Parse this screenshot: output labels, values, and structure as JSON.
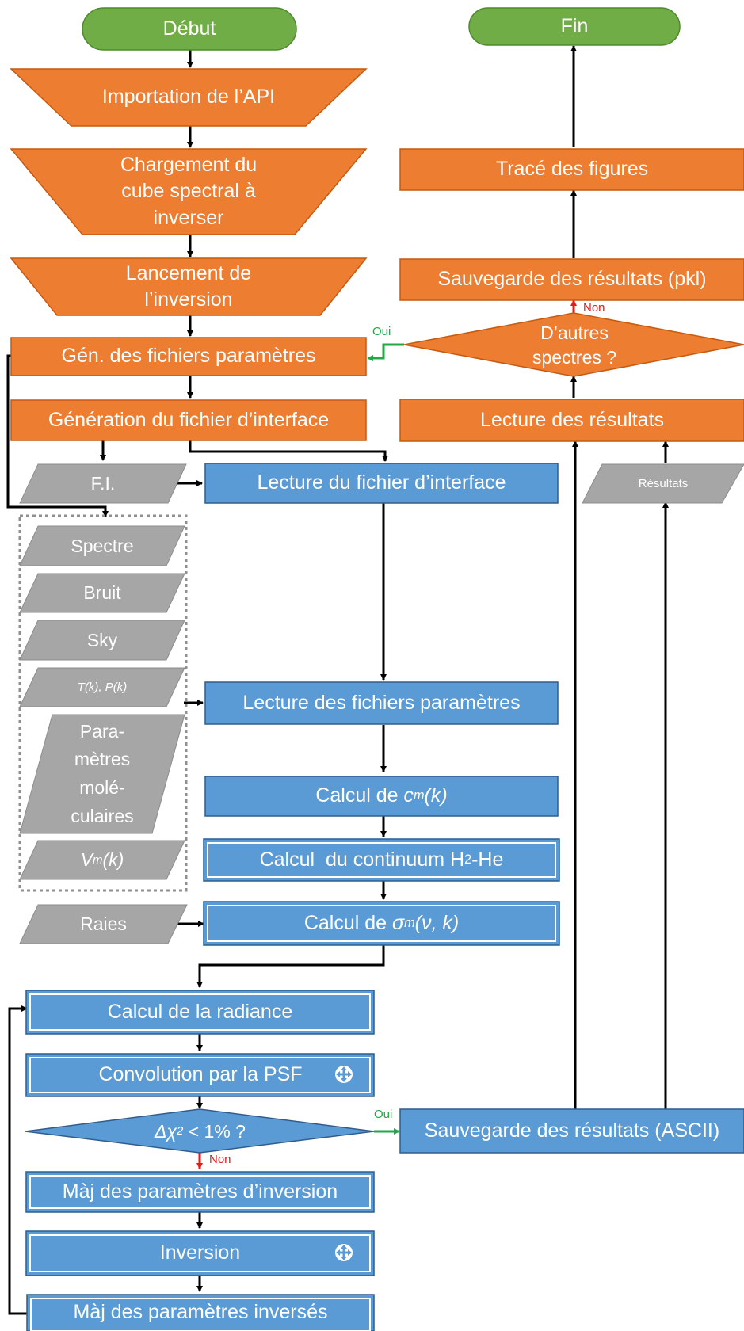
{
  "start": "Début",
  "end": "Fin",
  "steps": {
    "import_api": "Importation de l’API",
    "load_cube": "Chargement du cube spectral à inverser",
    "launch": "Lancement de l’inversion",
    "gen_params": "Gén. des fichiers paramètres",
    "gen_interface": "Génération du fichier d’interface",
    "read_interface": "Lecture du fichier d’interface",
    "read_params": "Lecture des fichiers paramètres",
    "calc_cm_prefix": "Calcul de ",
    "calc_cm_c": "c",
    "calc_cm_sub": "m",
    "calc_cm_suffix": "(k)",
    "continuum_prefix": "Calcul  du continuum H",
    "continuum_sub": "2",
    "continuum_suffix": "-He",
    "calc_sigma_prefix": "Calcul de ",
    "calc_sigma_sym": "σ",
    "calc_sigma_sub": "m",
    "calc_sigma_suffix": "(ν, k)",
    "radiance": "Calcul de la radiance",
    "convolution": "Convolution par la PSF",
    "update_params": "Màj des paramètres d’inversion",
    "inversion": "Inversion",
    "update_inverted": "Màj des paramètres inversés",
    "save_ascii": "Sauvegarde des résultats (ASCII)",
    "read_results": "Lecture des résultats",
    "save_pkl": "Sauvegarde des résultats (pkl)",
    "plot": "Tracé des figures"
  },
  "decisions": {
    "chi2_prefix": "Δχ",
    "chi2_sup": "2",
    "chi2_suffix": " < 1% ?",
    "other_spectra": "D’autres spectres ?"
  },
  "data_items": {
    "fi": "F.I.",
    "spectre": "Spectre",
    "bruit": "Bruit",
    "sky": "Sky",
    "tp": "T(k), P(k)",
    "molecular": "Para-mètres molé-culaires",
    "vm_v": "V",
    "vm_sub": "m",
    "vm_suffix": "(k)",
    "raies": "Raies",
    "resultats": "Résultats"
  },
  "branch_labels": {
    "oui_chi2": "Oui",
    "non_chi2": "Non",
    "oui_spectra": "Oui",
    "non_spectra": "Non"
  },
  "colors": {
    "orange": "#ed7d31",
    "orange_border": "#c65a10",
    "green": "#70ad47",
    "green_border": "#4e8a2a",
    "blue": "#5b9bd5",
    "blue_border": "#2e5d8e",
    "gray": "#a6a6a6",
    "arrow": "#000000",
    "yes": "#22a845",
    "no": "#e41b1b"
  },
  "icons": [
    "move-icon"
  ]
}
